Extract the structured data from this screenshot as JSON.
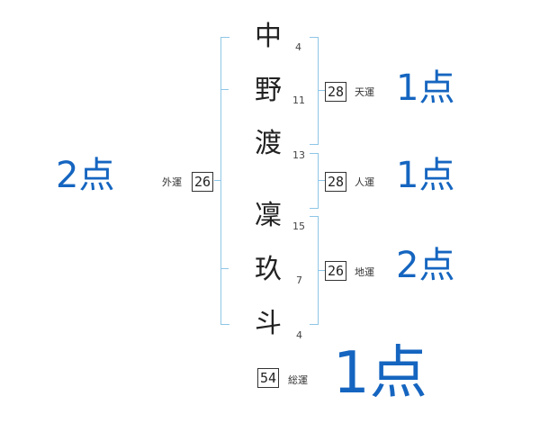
{
  "name_chars": [
    {
      "char": "中",
      "strokes": "4"
    },
    {
      "char": "野",
      "strokes": "11"
    },
    {
      "char": "渡",
      "strokes": "13"
    },
    {
      "char": "凜",
      "strokes": "15"
    },
    {
      "char": "玖",
      "strokes": "7"
    },
    {
      "char": "斗",
      "strokes": "4"
    }
  ],
  "fortunes": {
    "tenkaku": {
      "value": "28",
      "label": "天運",
      "score": "1点"
    },
    "jinkaku": {
      "value": "28",
      "label": "人運",
      "score": "1点"
    },
    "chikaku": {
      "value": "26",
      "label": "地運",
      "score": "2点"
    },
    "gaikaku": {
      "value": "26",
      "label": "外運",
      "score": "2点"
    },
    "soukaku": {
      "value": "54",
      "label": "総運",
      "score": "1点"
    }
  },
  "colors": {
    "bracket": "#8fc6e6",
    "score": "#1565c0"
  }
}
